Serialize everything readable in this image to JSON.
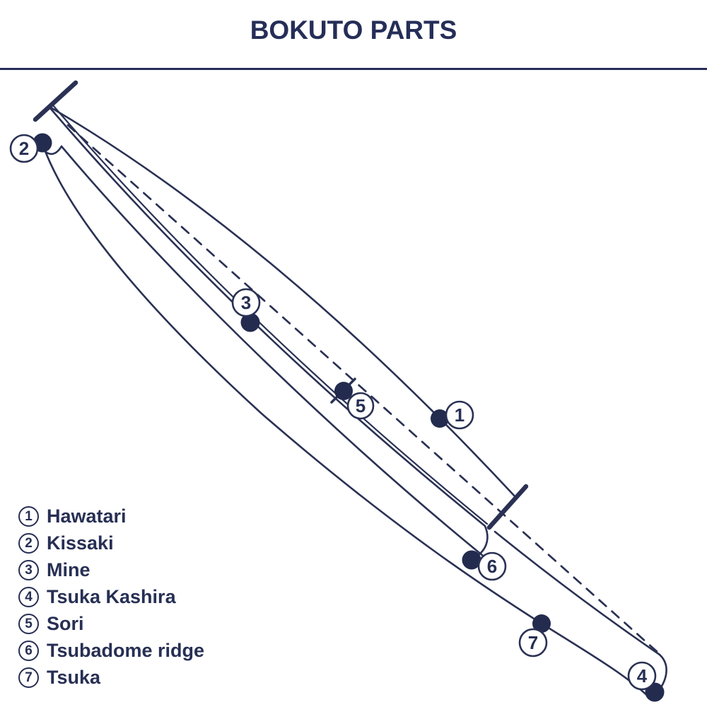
{
  "title": "BOKUTO PARTS",
  "colors": {
    "ink": "#2a3154",
    "dot": "#232b4e"
  },
  "legend": {
    "items": [
      {
        "number": "1",
        "label": "Hawatari"
      },
      {
        "number": "2",
        "label": "Kissaki"
      },
      {
        "number": "3",
        "label": "Mine"
      },
      {
        "number": "4",
        "label": "Tsuka Kashira"
      },
      {
        "number": "5",
        "label": "Sori"
      },
      {
        "number": "6",
        "label": "Tsubadome ridge"
      },
      {
        "number": "7",
        "label": "Tsuka"
      }
    ]
  },
  "markers": [
    {
      "number": "1"
    },
    {
      "number": "2"
    },
    {
      "number": "3"
    },
    {
      "number": "4"
    },
    {
      "number": "5"
    },
    {
      "number": "6"
    },
    {
      "number": "7"
    }
  ]
}
